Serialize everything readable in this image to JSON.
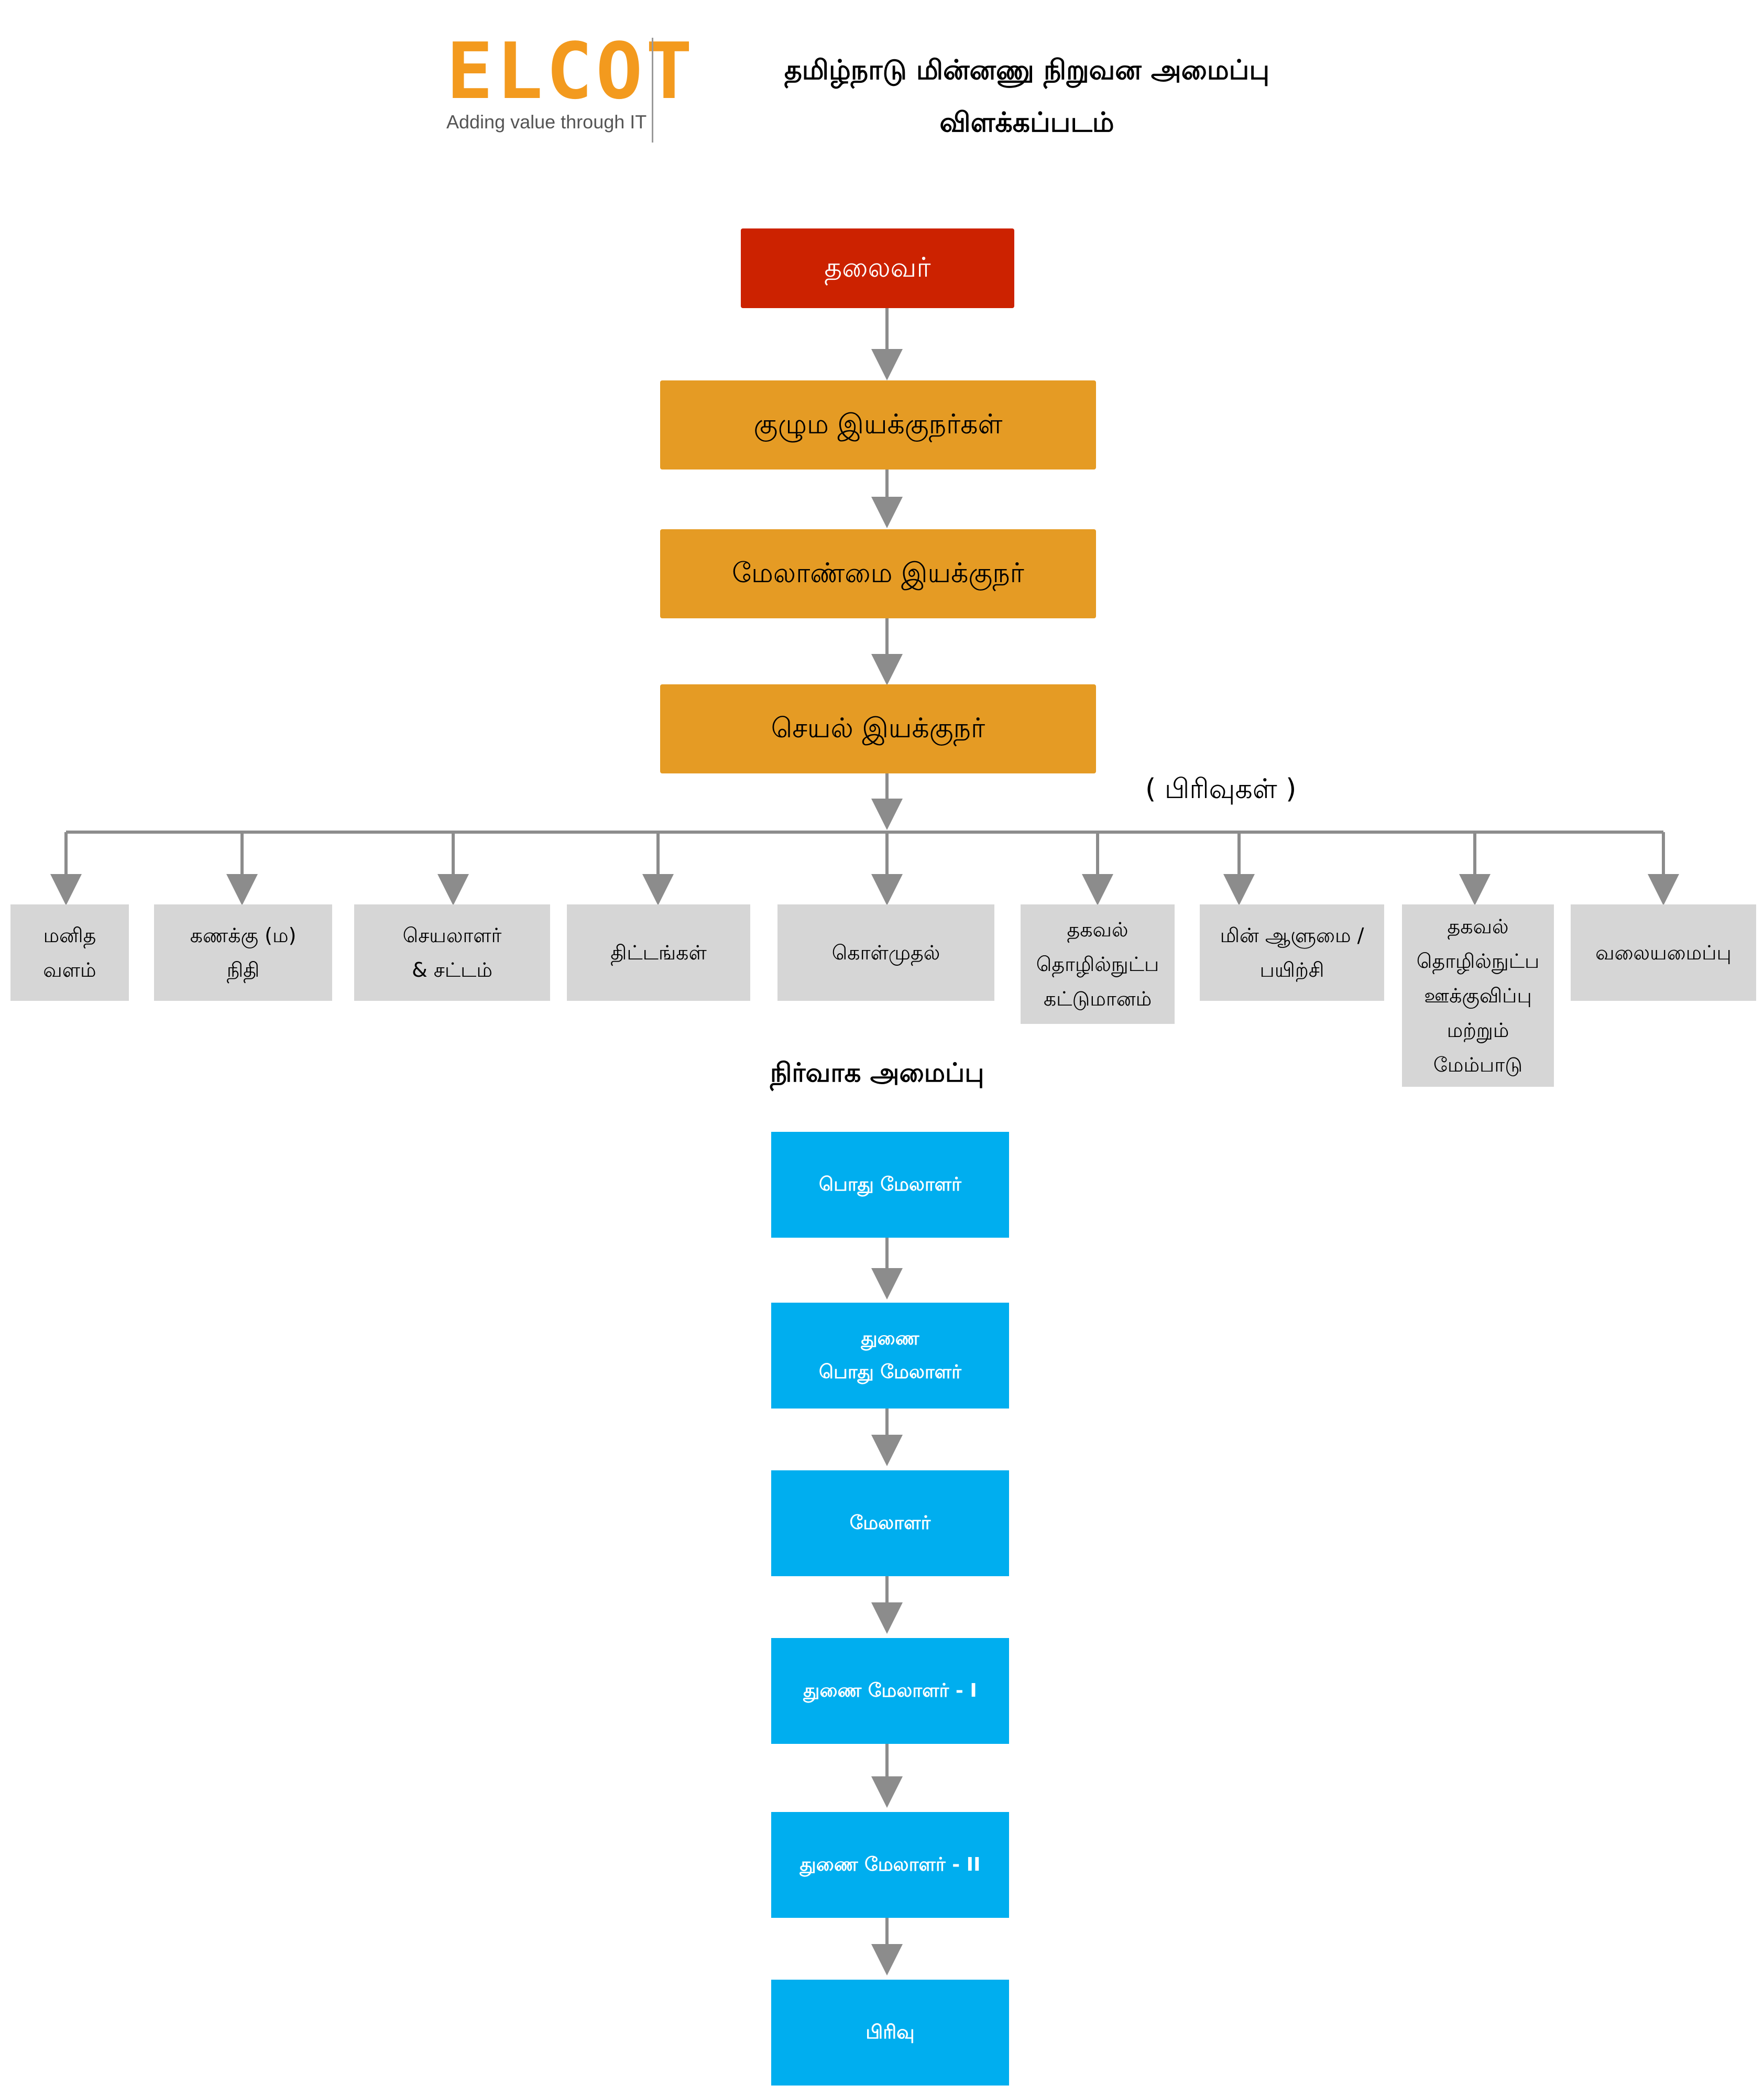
{
  "logo": {
    "wordmark": "ELCOT",
    "tagline": "Adding value through IT",
    "brand_color": "#f39a1e"
  },
  "title": {
    "line1": "தமிழ்நாடு மின்னணு நிறுவன அமைப்பு",
    "line2": "விளக்கப்படம்"
  },
  "hierarchy": {
    "chairman": "தலைவர்",
    "board_of_directors": "குழும இயக்குநர்கள்",
    "managing_director": "மேலாண்மை இயக்குநர்",
    "executive_director": "செயல் இயக்குநர்"
  },
  "divisions_label": "( பிரிவுகள் )",
  "divisions": [
    {
      "lines": [
        "மனித",
        "வளம்"
      ]
    },
    {
      "lines": [
        "கணக்கு (ம)",
        "நிதி"
      ]
    },
    {
      "lines": [
        "செயலாளர்",
        "& சட்டம்"
      ]
    },
    {
      "lines": [
        "திட்டங்கள்"
      ]
    },
    {
      "lines": [
        "கொள்முதல்"
      ]
    },
    {
      "lines": [
        "தகவல்",
        "தொழில்நுட்ப",
        "கட்டுமானம்"
      ]
    },
    {
      "lines": [
        "மின் ஆளுமை /",
        "பயிற்சி"
      ]
    },
    {
      "lines": [
        "தகவல்",
        "தொழில்நுட்ப",
        "ஊக்குவிப்பு",
        "மற்றும்",
        "மேம்பாடு"
      ]
    },
    {
      "lines": [
        "வலையமைப்பு"
      ]
    }
  ],
  "admin_title": "நிர்வாக அமைப்பு",
  "admin": [
    {
      "lines": [
        "பொது மேலாளர்"
      ]
    },
    {
      "lines": [
        "துணை",
        "பொது மேலாளர்"
      ]
    },
    {
      "lines": [
        "மேலாளர்"
      ]
    },
    {
      "lines": [
        "துணை மேலாளர் - I"
      ]
    },
    {
      "lines": [
        "துணை மேலாளர் - II"
      ]
    },
    {
      "lines": [
        "பிரிவு"
      ]
    }
  ],
  "colors": {
    "chairman": "#cc2200",
    "directors": "#e59b24",
    "divisions": "#d6d6d6",
    "admin": "#00aeef",
    "connector": "#8c8c8c"
  }
}
